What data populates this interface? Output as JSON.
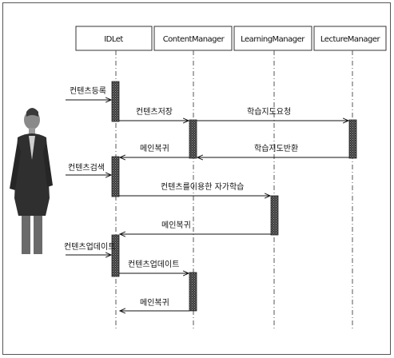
{
  "diagram": {
    "participants": [
      {
        "id": "idlet",
        "label": "IDLet"
      },
      {
        "id": "content",
        "label": "ContentManager"
      },
      {
        "id": "learning",
        "label": "LearningManager"
      },
      {
        "id": "lecture",
        "label": "LectureManager"
      }
    ],
    "messages": [
      {
        "id": "m1",
        "label": "컨텐츠등록",
        "from": "actor",
        "to": "idlet"
      },
      {
        "id": "m2",
        "label": "컨텐츠저장",
        "from": "idlet",
        "to": "content"
      },
      {
        "id": "m3",
        "label": "학습지도요청",
        "from": "content",
        "to": "lecture"
      },
      {
        "id": "m4",
        "label": "학습지도반환",
        "from": "lecture",
        "to": "content"
      },
      {
        "id": "m5",
        "label": "메인복귀",
        "from": "content",
        "to": "idlet"
      },
      {
        "id": "m6",
        "label": "컨텐츠검색",
        "from": "actor",
        "to": "idlet"
      },
      {
        "id": "m7",
        "label": "컨텐츠를이용한 자가학습",
        "from": "idlet",
        "to": "learning"
      },
      {
        "id": "m8",
        "label": "메인복귀",
        "from": "learning",
        "to": "idlet"
      },
      {
        "id": "m9",
        "label": "컨텐츠업데이트",
        "from": "actor",
        "to": "idlet"
      },
      {
        "id": "m10",
        "label": "컨텐츠업데이트",
        "from": "idlet",
        "to": "content"
      },
      {
        "id": "m11",
        "label": "메인복귀",
        "from": "content",
        "to": "idlet"
      }
    ]
  }
}
